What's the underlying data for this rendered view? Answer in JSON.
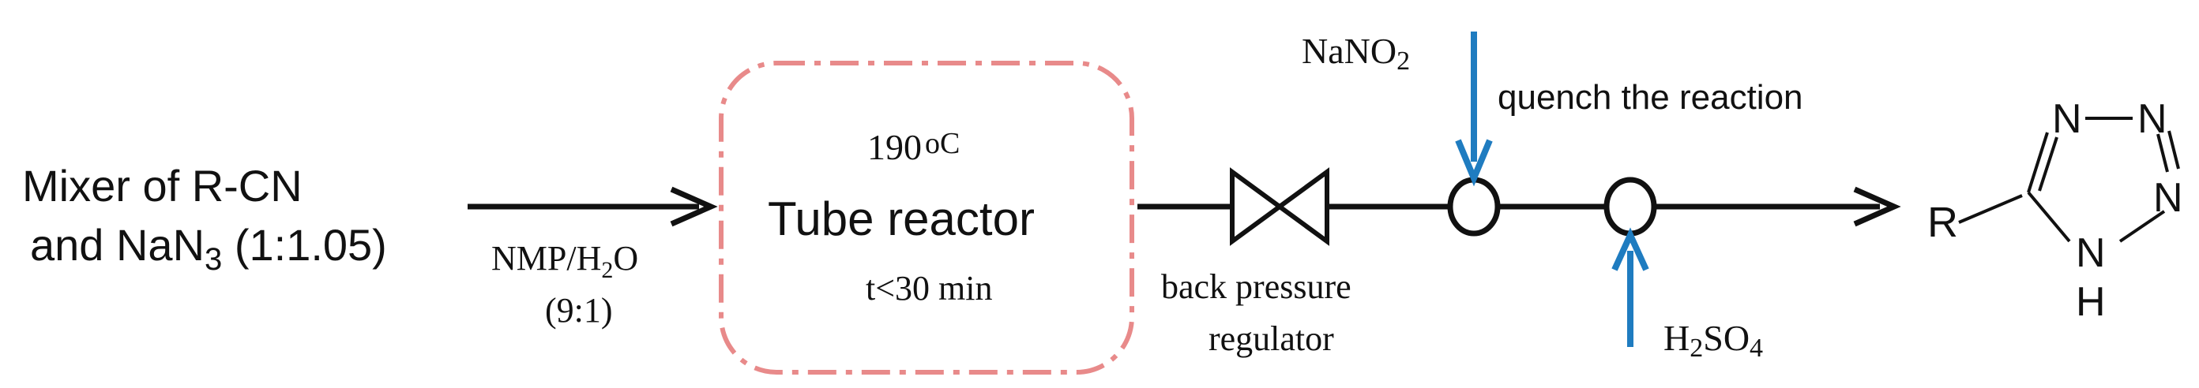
{
  "feed": {
    "line1": "Mixer of  R-CN",
    "line2_prefix": "and NaN",
    "line2_sub": "3",
    "line2_suffix": " (1:1.05)"
  },
  "solvent": {
    "line1_prefix": "NMP/H",
    "line1_sub": "2",
    "line1_suffix": "O",
    "line2": "(9:1)"
  },
  "reactor": {
    "temp_value": "190",
    "temp_unit": "oC",
    "title": "Tube reactor",
    "time": "t<30 min",
    "border_color": "#e88a8a"
  },
  "regulator": {
    "line1": "back pressure",
    "line2": "regulator"
  },
  "quench_inlet": {
    "prefix": "NaNO",
    "sub": "2",
    "note": "quench the reaction",
    "arrow_color": "#1f7cc0"
  },
  "acid_inlet": {
    "prefix": "H",
    "sub1": "2",
    "mid": "SO",
    "sub2": "4",
    "arrow_color": "#1f7cc0"
  },
  "product": {
    "r_label": "R",
    "n1": "N",
    "n2": "N",
    "n3": "N",
    "n4": "N",
    "h": "H",
    "dash": "−"
  }
}
